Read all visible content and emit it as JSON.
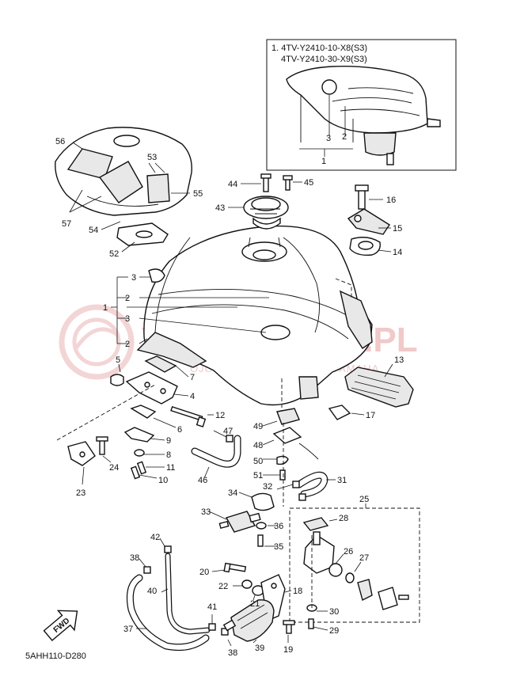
{
  "inset": {
    "lines": [
      "1. 4TV-Y2410-10-X8(S3)",
      "4TV-Y2410-30-X9(S3)"
    ],
    "callouts": [
      "1",
      "2",
      "3"
    ]
  },
  "callouts": {
    "c56": "56",
    "c53": "53",
    "c55": "55",
    "c57": "57",
    "c54": "54",
    "c52": "52",
    "c44": "44",
    "c45": "45",
    "c43": "43",
    "c16": "16",
    "c15": "15",
    "c14": "14",
    "c3a": "3",
    "c2a": "2",
    "c1": "1",
    "c3b": "3",
    "c2b": "2",
    "c5": "5",
    "c7": "7",
    "c4": "4",
    "c13": "13",
    "c17": "17",
    "c12": "12",
    "c6": "6",
    "c9": "9",
    "c8": "8",
    "c11": "11",
    "c10": "10",
    "c47": "47",
    "c49": "49",
    "c48": "48",
    "c50": "50",
    "c51": "51",
    "c24": "24",
    "c23": "23",
    "c46": "46",
    "c32": "32",
    "c31": "31",
    "c34": "34",
    "c33": "33",
    "c36": "36",
    "c35": "35",
    "c25": "25",
    "c28": "28",
    "c42": "42",
    "c38a": "38",
    "c20": "20",
    "c22": "22",
    "c21": "21",
    "c18": "18",
    "c26": "26",
    "c27": "27",
    "c40": "40",
    "c30": "30",
    "c41": "41",
    "c37": "37",
    "c39": "39",
    "c19": "19",
    "c29": "29",
    "c38b": "38"
  },
  "watermark": {
    "main": "YAMA-SKLEP.PL",
    "sub": "OJCIECHOWICZ DEALER YAMAHA"
  },
  "fwd_label": "FWD",
  "reference_code": "5AHH110-D280"
}
